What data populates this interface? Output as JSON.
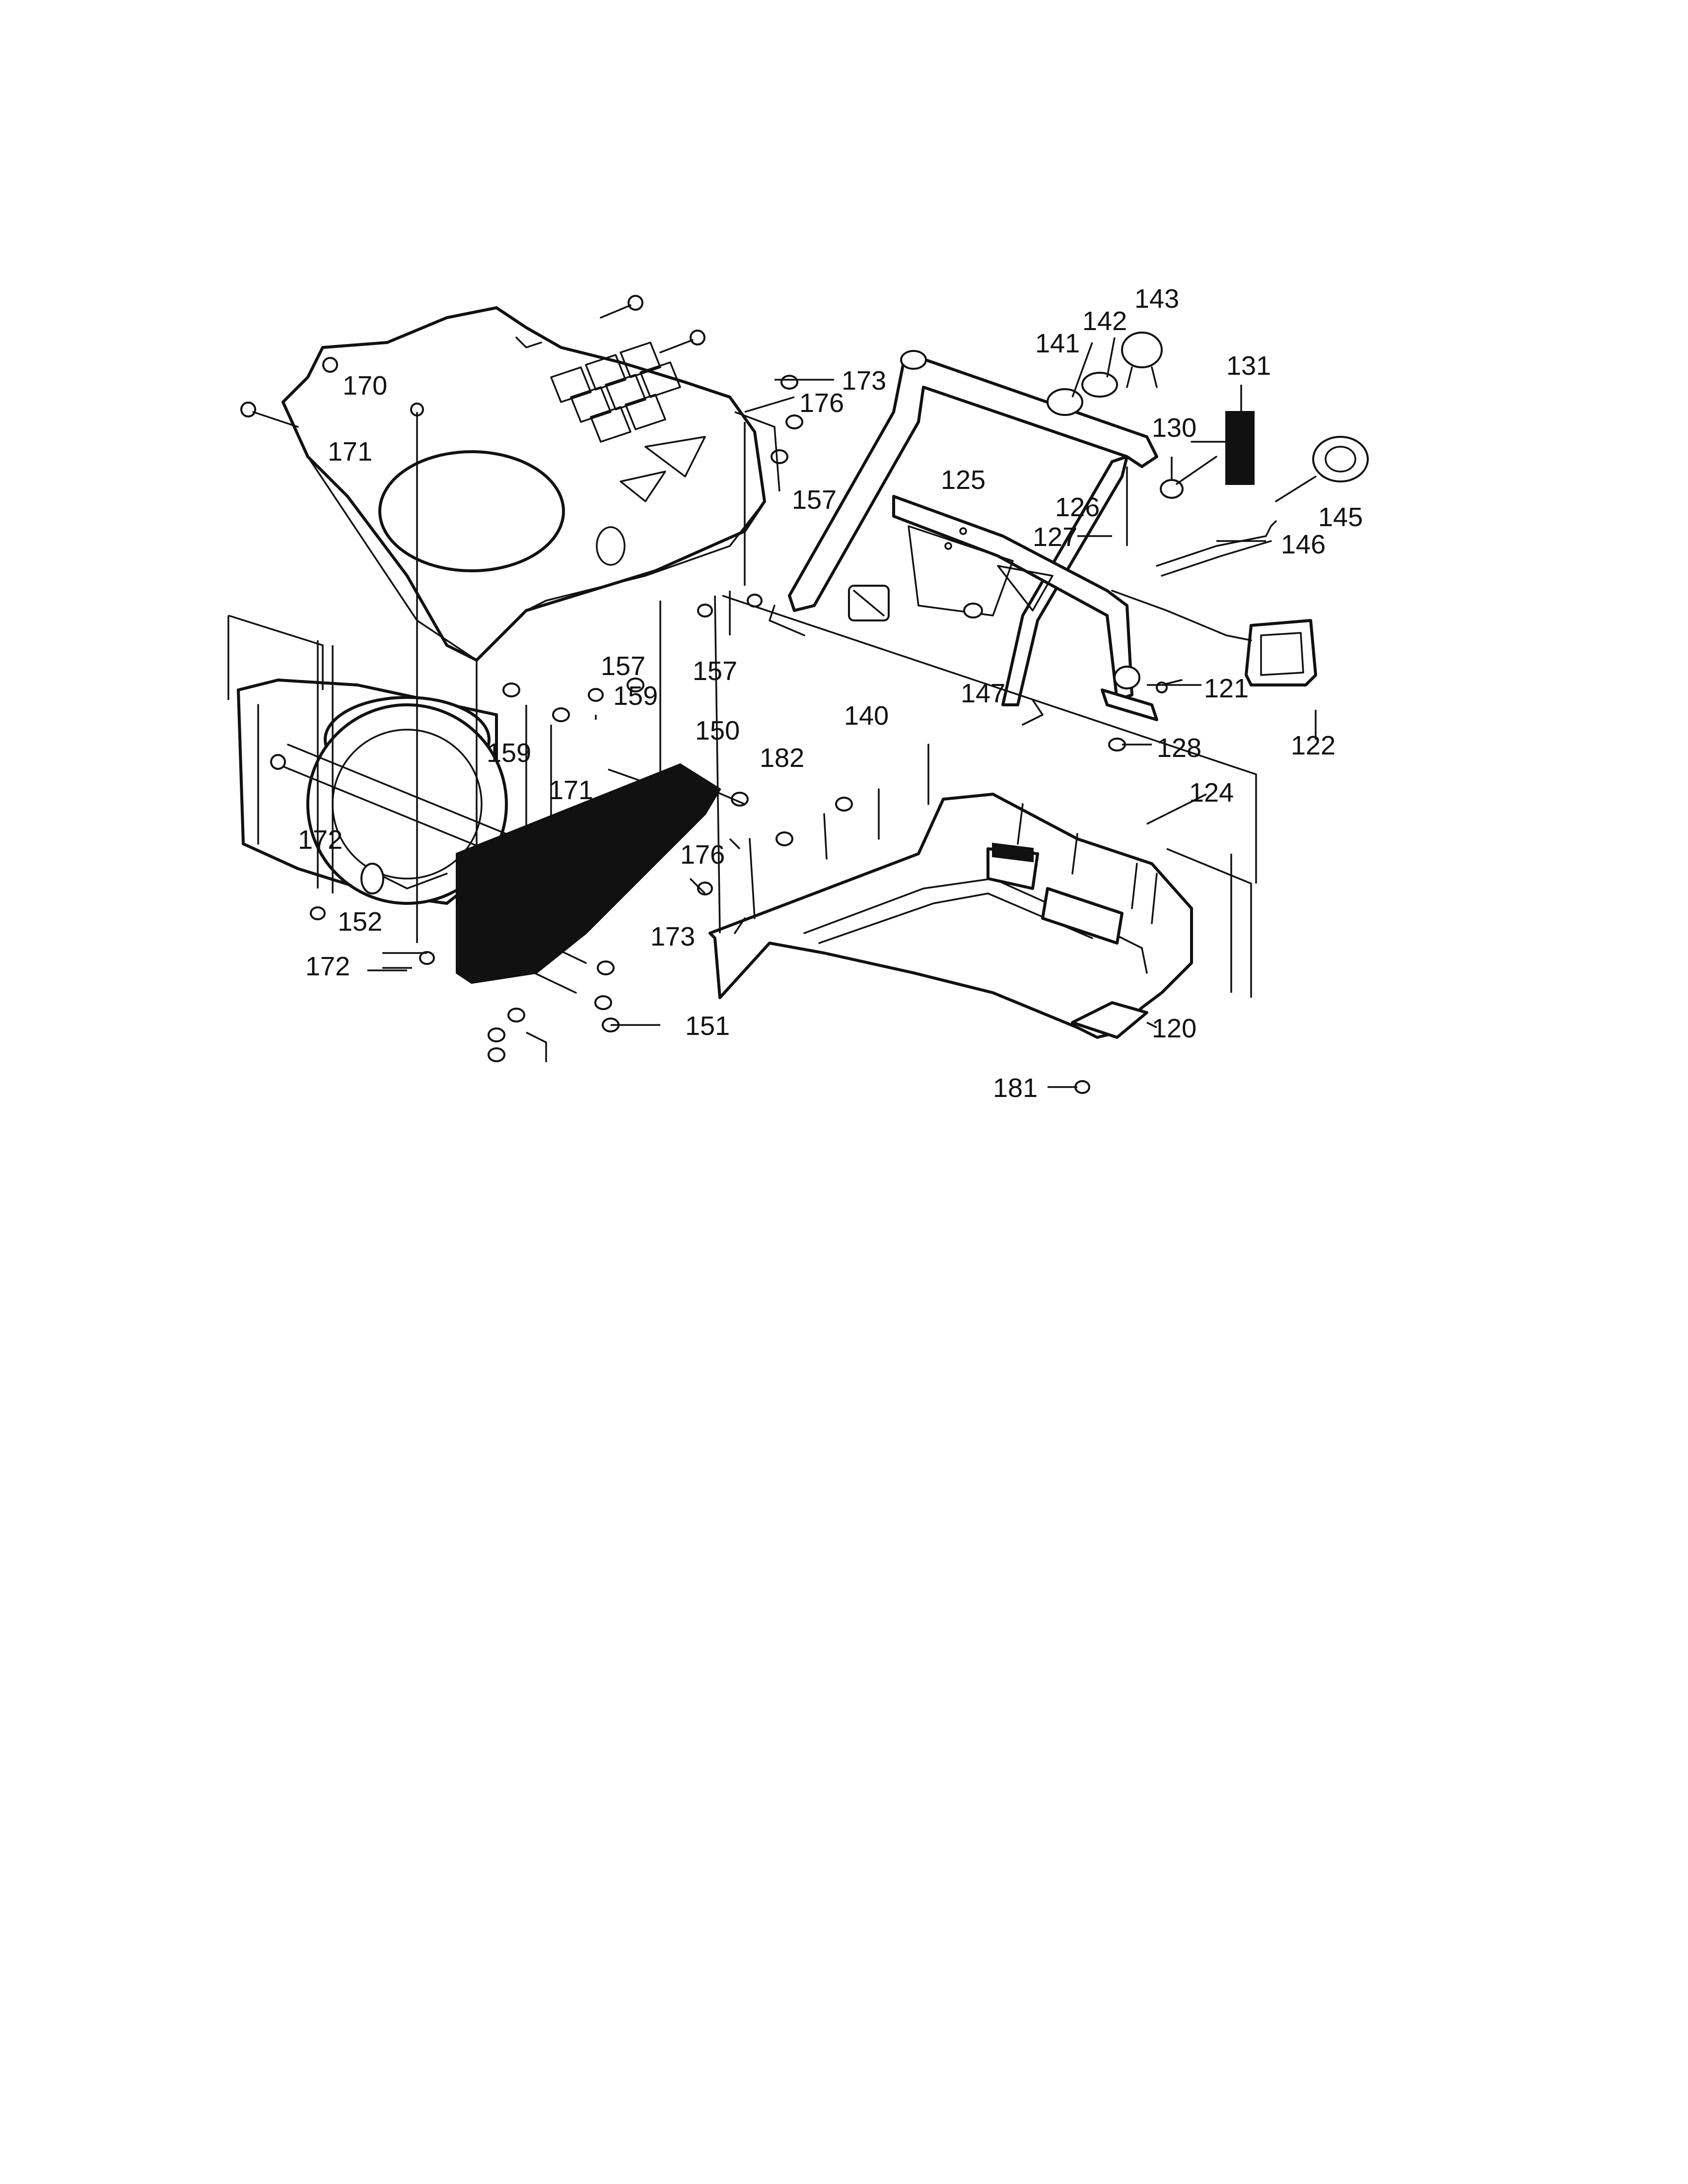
{
  "labels": {
    "p120": "120",
    "p121": "121",
    "p122": "122",
    "p124": "124",
    "p125": "125",
    "p126": "126",
    "p127": "127",
    "p128": "128",
    "p130": "130",
    "p131": "131",
    "p140": "140",
    "p141": "141",
    "p142": "142",
    "p143": "143",
    "p145": "145",
    "p146": "146",
    "p147": "147",
    "p150": "150",
    "p151": "151",
    "p152": "152",
    "p157a": "157",
    "p157b": "157",
    "p157c": "157",
    "p159a": "159",
    "p159b": "159",
    "p170": "170",
    "p171a": "171",
    "p171b": "171",
    "p172a": "172",
    "p172b": "172",
    "p173a": "173",
    "p173b": "173",
    "p176a": "176",
    "p176b": "176",
    "p181": "181",
    "p182": "182"
  }
}
